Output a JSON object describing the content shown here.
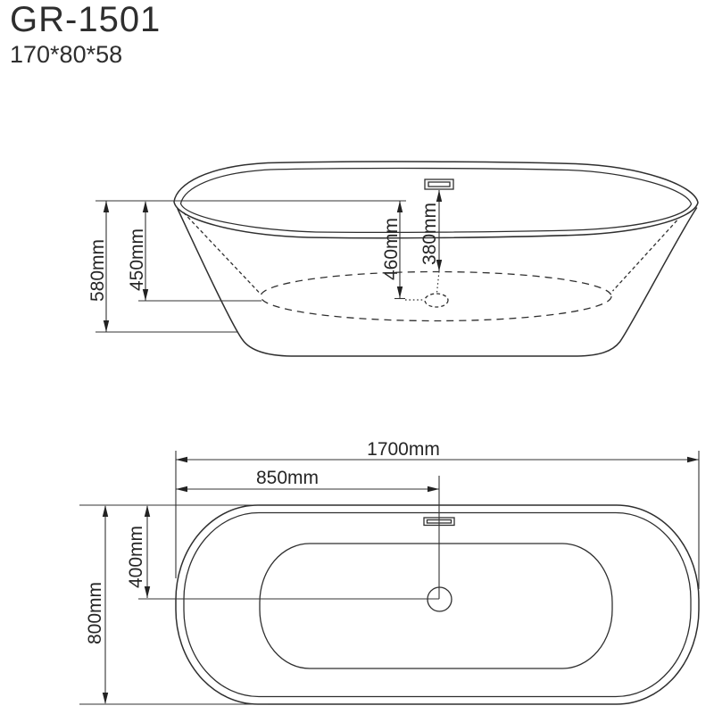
{
  "header": {
    "model": "GR-1501",
    "size": "170*80*58"
  },
  "elevation_view": {
    "dims": {
      "overall_height": "580mm",
      "inner_depth": "450mm",
      "rim_to_floor": "460mm",
      "overflow_to_drain": "380mm"
    }
  },
  "plan_view": {
    "dims": {
      "overall_length": "1700mm",
      "center_from_end": "850mm",
      "overall_width": "800mm",
      "center_from_side": "400mm"
    }
  },
  "colors": {
    "line": "#2f2f2f",
    "background": "#ffffff"
  }
}
